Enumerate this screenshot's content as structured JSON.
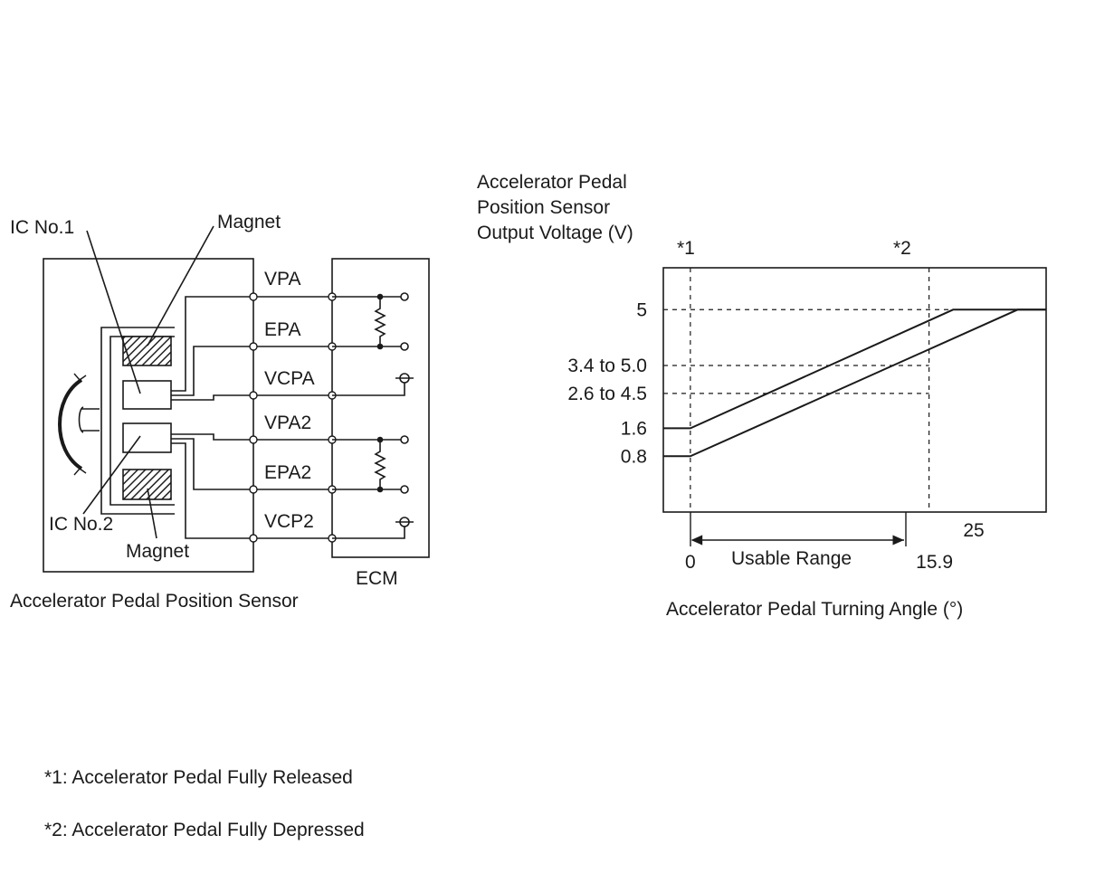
{
  "circuit": {
    "sensor_label": "Accelerator Pedal Position Sensor",
    "ecm_label": "ECM",
    "ic1_label": "IC No.1",
    "ic2_label": "IC No.2",
    "magnet_top_label": "Magnet",
    "magnet_bottom_label": "Magnet",
    "terminals": [
      "VPA",
      "EPA",
      "VCPA",
      "VPA2",
      "EPA2",
      "VCP2"
    ]
  },
  "graph": {
    "ylabel_lines": [
      "Accelerator Pedal",
      "Position Sensor",
      "Output Voltage (V)"
    ],
    "xlabel": "Accelerator Pedal Turning Angle (°)",
    "marker1": "*1",
    "marker2": "*2",
    "usable_range_label": "Usable Range",
    "y_ticks": [
      {
        "label": "5",
        "value": 5.0
      },
      {
        "label": "3.4 to 5.0",
        "value": 3.4
      },
      {
        "label": "2.6 to 4.5",
        "value": 2.6
      },
      {
        "label": "1.6",
        "value": 1.6
      },
      {
        "label": "0.8",
        "value": 0.8
      }
    ],
    "x_ticks": [
      {
        "label": "0",
        "value": 0
      },
      {
        "label": "15.9",
        "value": 15.9
      },
      {
        "label": "25",
        "value": 25
      }
    ]
  },
  "chart_data": {
    "type": "line",
    "xlabel": "Accelerator Pedal Turning Angle (°)",
    "ylabel": "Accelerator Pedal Position Sensor Output Voltage (V)",
    "xlim": [
      -1.8,
      23.7
    ],
    "ylim": [
      -0.8,
      6.2
    ],
    "series": [
      {
        "x": [
          -1.8,
          0,
          17.5,
          23.7
        ],
        "values": [
          1.6,
          1.6,
          5.0,
          5.0
        ]
      },
      {
        "x": [
          -1.8,
          0,
          21.8,
          23.7
        ],
        "values": [
          0.8,
          0.8,
          5.0,
          5.0
        ]
      }
    ]
  },
  "notes": [
    "*1: Accelerator Pedal Fully Released",
    "*2: Accelerator Pedal Fully Depressed"
  ]
}
